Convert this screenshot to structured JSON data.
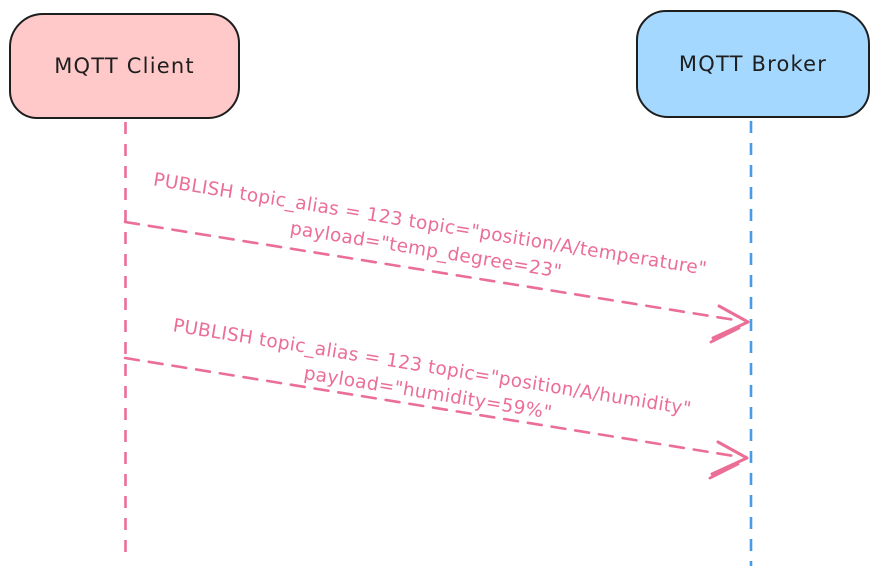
{
  "diagram_type": "sequence",
  "colors": {
    "client_fill": "#ffc9c9",
    "broker_fill": "#a5d8ff",
    "box_border": "#1e1e1e",
    "client_lifeline": "#eb6e96",
    "broker_lifeline": "#4a9be6",
    "message_stroke": "#eb6e96"
  },
  "actors": {
    "client": {
      "label": "MQTT Client"
    },
    "broker": {
      "label": "MQTT Broker"
    }
  },
  "messages": [
    {
      "from": "client",
      "to": "broker",
      "line1": "PUBLISH topic_alias = 123 topic=\"position/A/temperature\"",
      "line2": "payload=\"temp_degree=23\""
    },
    {
      "from": "client",
      "to": "broker",
      "line1": "PUBLISH topic_alias = 123 topic=\"position/A/humidity\"",
      "line2": "payload=\"humidity=59%\""
    }
  ]
}
